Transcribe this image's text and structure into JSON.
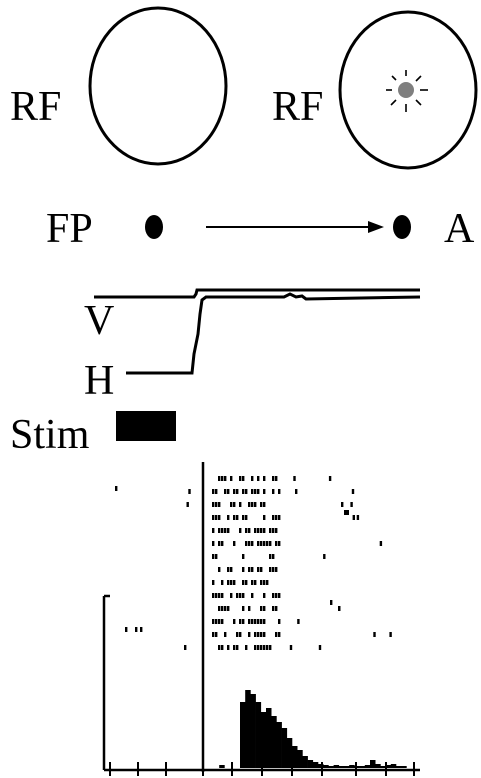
{
  "labels": {
    "rf_left": "RF",
    "rf_right": "RF",
    "fixation_point": "FP",
    "target": "A",
    "vertical_trace": "V",
    "horizontal_trace": "H",
    "stimulus": "Stim"
  },
  "icons": {
    "stimulus_in_rf": "flash-sun-icon"
  },
  "colors": {
    "ink": "#000000",
    "stimulus_dot": "#7f7f7f"
  }
}
